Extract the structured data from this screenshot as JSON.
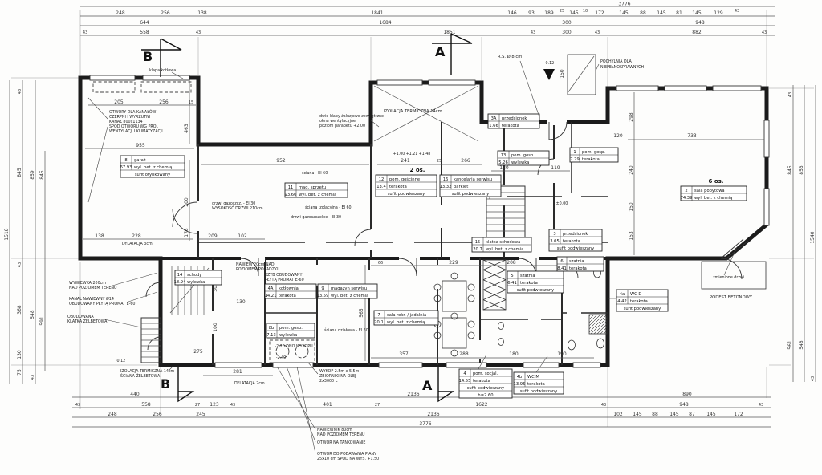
{
  "drawing": {
    "kind": "rzut parteru – plan budynku (skan rysunku technicznego)"
  },
  "markers": {
    "a": "A",
    "b": "B"
  },
  "occupancy": {
    "two": "2 os.",
    "six": "6 os."
  },
  "levels": {
    "e1": "-0.12",
    "e2": "±0.00",
    "e3": "+1.00",
    "e4": "+1.21",
    "e5": "+1.48",
    "e6": "-2.20 DNO WYKOPU",
    "e7": "-2.40",
    "e8": "-0.12"
  },
  "dims": {
    "overall": "3776",
    "top1": [
      "248",
      "256",
      "138",
      "1841",
      "146",
      "93",
      "189",
      "25",
      "145",
      "10",
      "172",
      "145",
      "88",
      "145",
      "81",
      "145",
      "129",
      "43"
    ],
    "top2": [
      "644",
      "1684",
      "300",
      "948"
    ],
    "top3": [
      "43",
      "558",
      "43",
      "1851",
      "43",
      "300",
      "43",
      "882",
      "43"
    ],
    "left1": "1518",
    "left2": [
      "43",
      "845",
      "43",
      "368",
      "130",
      "75"
    ],
    "left3": [
      "859",
      "548",
      "43"
    ],
    "left4": [
      "845",
      "591"
    ],
    "right1": [
      "43",
      "845",
      "561"
    ],
    "right2": [
      "853",
      "548"
    ],
    "right3": [
      "1540",
      "43"
    ],
    "bottom1": [
      "440",
      "2136",
      "890"
    ],
    "bottom2": [
      "43",
      "558",
      "27",
      "123",
      "43",
      "401",
      "27",
      "1622",
      "43",
      "948",
      "43"
    ],
    "bottom3": [
      "248",
      "256",
      "245",
      "2136",
      "102",
      "145",
      "88",
      "145",
      "87",
      "145",
      "172"
    ],
    "inner": [
      "952",
      "241",
      "25",
      "266",
      "955",
      "205",
      "256",
      "15",
      "463",
      "200",
      "178",
      "138",
      "228",
      "209",
      "102",
      "733",
      "120",
      "298",
      "240",
      "150",
      "153",
      "357",
      "288",
      "180",
      "190",
      "229",
      "66",
      "208",
      "281",
      "120",
      "119",
      "150",
      "565",
      "303",
      "100",
      "275",
      "130"
    ]
  },
  "rooms": [
    {
      "no": "8",
      "name": "garaż",
      "area": "67.93",
      "floor": "wyl. bet. z chemią",
      "note": "sufit otynkowany"
    },
    {
      "no": "11",
      "name": "mag. sprzętu",
      "area": "93.60",
      "floor": "wyl. bet. z chemią",
      "note": ""
    },
    {
      "no": "12",
      "name": "pom. gościnne",
      "area": "13.4",
      "floor": "terakota",
      "note": "sufit podwieszany"
    },
    {
      "no": "16",
      "name": "kancelaria serwisu",
      "area": "13.32",
      "floor": "parkiet",
      "note": "sufit podwieszany"
    },
    {
      "no": "3A",
      "name": "przedsionek",
      "area": "1.66",
      "floor": "terakota",
      "note": ""
    },
    {
      "no": "13",
      "name": "pom. gosp.",
      "area": "5.26",
      "floor": "wylewka",
      "note": ""
    },
    {
      "no": "1",
      "name": "pom. gosp.",
      "area": "7.79",
      "floor": "terakota",
      "note": ""
    },
    {
      "no": "3",
      "name": "przedsionek",
      "area": "3.05",
      "floor": "terakota",
      "note": "sufit podwieszany"
    },
    {
      "no": "15",
      "name": "klatka schodowa",
      "area": "20.7",
      "floor": "wyl. bet. z chemią",
      "note": ""
    },
    {
      "no": "2",
      "name": "sala pobytowa",
      "area": "74.39",
      "floor": "wyl. bet. z chemią",
      "note": ""
    },
    {
      "no": "14",
      "name": "schody",
      "area": "18.94",
      "floor": "wylewka",
      "note": ""
    },
    {
      "no": "4A",
      "name": "kotłownia",
      "area": "14.21",
      "floor": "terakota",
      "note": ""
    },
    {
      "no": "8b",
      "name": "pom. gosp.",
      "area": "7.13",
      "floor": "wylewka",
      "note": ""
    },
    {
      "no": "9",
      "name": "magazyn serwisu",
      "area": "13.59",
      "floor": "wyl. bet. z chemią",
      "note": ""
    },
    {
      "no": "7",
      "name": "sala rekr. / jadalnia",
      "area": "20.1",
      "floor": "wyl. bet. z chemią",
      "note": ""
    },
    {
      "no": "5",
      "name": "szatnia",
      "area": "6.41",
      "floor": "terakota",
      "note": "sufit podwieszany"
    },
    {
      "no": "6",
      "name": "szatnia",
      "area": "8.41",
      "floor": "terakota",
      "note": ""
    },
    {
      "no": "4a",
      "name": "WC D",
      "area": "4.42",
      "floor": "terakota",
      "note": "sufit podwieszany"
    },
    {
      "no": "4",
      "name": "pom. socjal.",
      "area": "14.55",
      "floor": "terakota",
      "note": "sufit podwieszany",
      "note2": "h=2.60"
    },
    {
      "no": "4b",
      "name": "WC M",
      "area": "13.95",
      "floor": "terakota",
      "note": "sufit podwieszany"
    }
  ],
  "annotations": {
    "klapa": "klapa kotłowa",
    "otwory": [
      "OTWORY DLA KANAŁÓW",
      "CZERPNI I WYRZUTNI",
      "KANAŁ 800x1134",
      "SPÓD OTWORU WG PROJ.",
      "WENTYLACJI I KLIMATYZACJI"
    ],
    "izolacja": "IZOLACJA TERMICZNA 14cm",
    "klapy": [
      "dwie klapy żaluzjowe zewnętrzne",
      "okna wentylacyjne",
      "poziom parapetu +2.00"
    ],
    "rs": "R.S. Ø 8 cm",
    "pochylnia": [
      "POCHYLNIA DLA",
      "NIEPEŁNOSPRAWNYCH"
    ],
    "sciana60": "ściana - EI 60",
    "sciana_izol": "ściana izolacyjna - EI 60",
    "drzwi_gaz": "drzwi gazoszczelne - EI 30",
    "drzwi_gaz2": [
      "drzwi gazoszcz. - EI 30",
      "WYSOKOŚĆ DRZWI 210cm"
    ],
    "nawiew": [
      "NAWIEW 20cm NAD",
      "POZIOMEM POSADZKI"
    ],
    "szyb": [
      "SZYB OBUDOWANY",
      "PŁYTĄ PROMAT E-60"
    ],
    "wywiewka": [
      "WYWIEWKA 200cm",
      "NAD POZIOMEM TERENU"
    ],
    "kanal": [
      "KANAŁ NAWIEWNY Ø14",
      "OBUDOWANY PŁYTĄ PROMAT E-60"
    ],
    "klatka": [
      "OBUDOWANA",
      "KLATKA ŻELBETOWA"
    ],
    "izol2": [
      "IZOLACJA TERMICZNA 14cm",
      "ŚCIANA ŻELBETOWA"
    ],
    "dyl3": "DYLATACJA 3cm",
    "dyl2": "DYLATACJA 2cm",
    "wykop": [
      "WYKOP 2.5m x 5.5m",
      "ZBIORNIKI NA OLEJ",
      "2x3000 L"
    ],
    "nawiewnik": [
      "NAWIEWNIK 80cm",
      "NAD POZIOMEM TERENU"
    ],
    "tank": "OTWÓR NA TANKOWANIE",
    "piana": [
      "OTWÓR DO PODAWANIA PIANY",
      "25x10 cm SPÓD NA WYS. +1.50"
    ],
    "podest": "PODEST BETONOWY",
    "zmienione": "zmienione drzwi",
    "dzialowa": "ściana działowa - EI 60"
  }
}
